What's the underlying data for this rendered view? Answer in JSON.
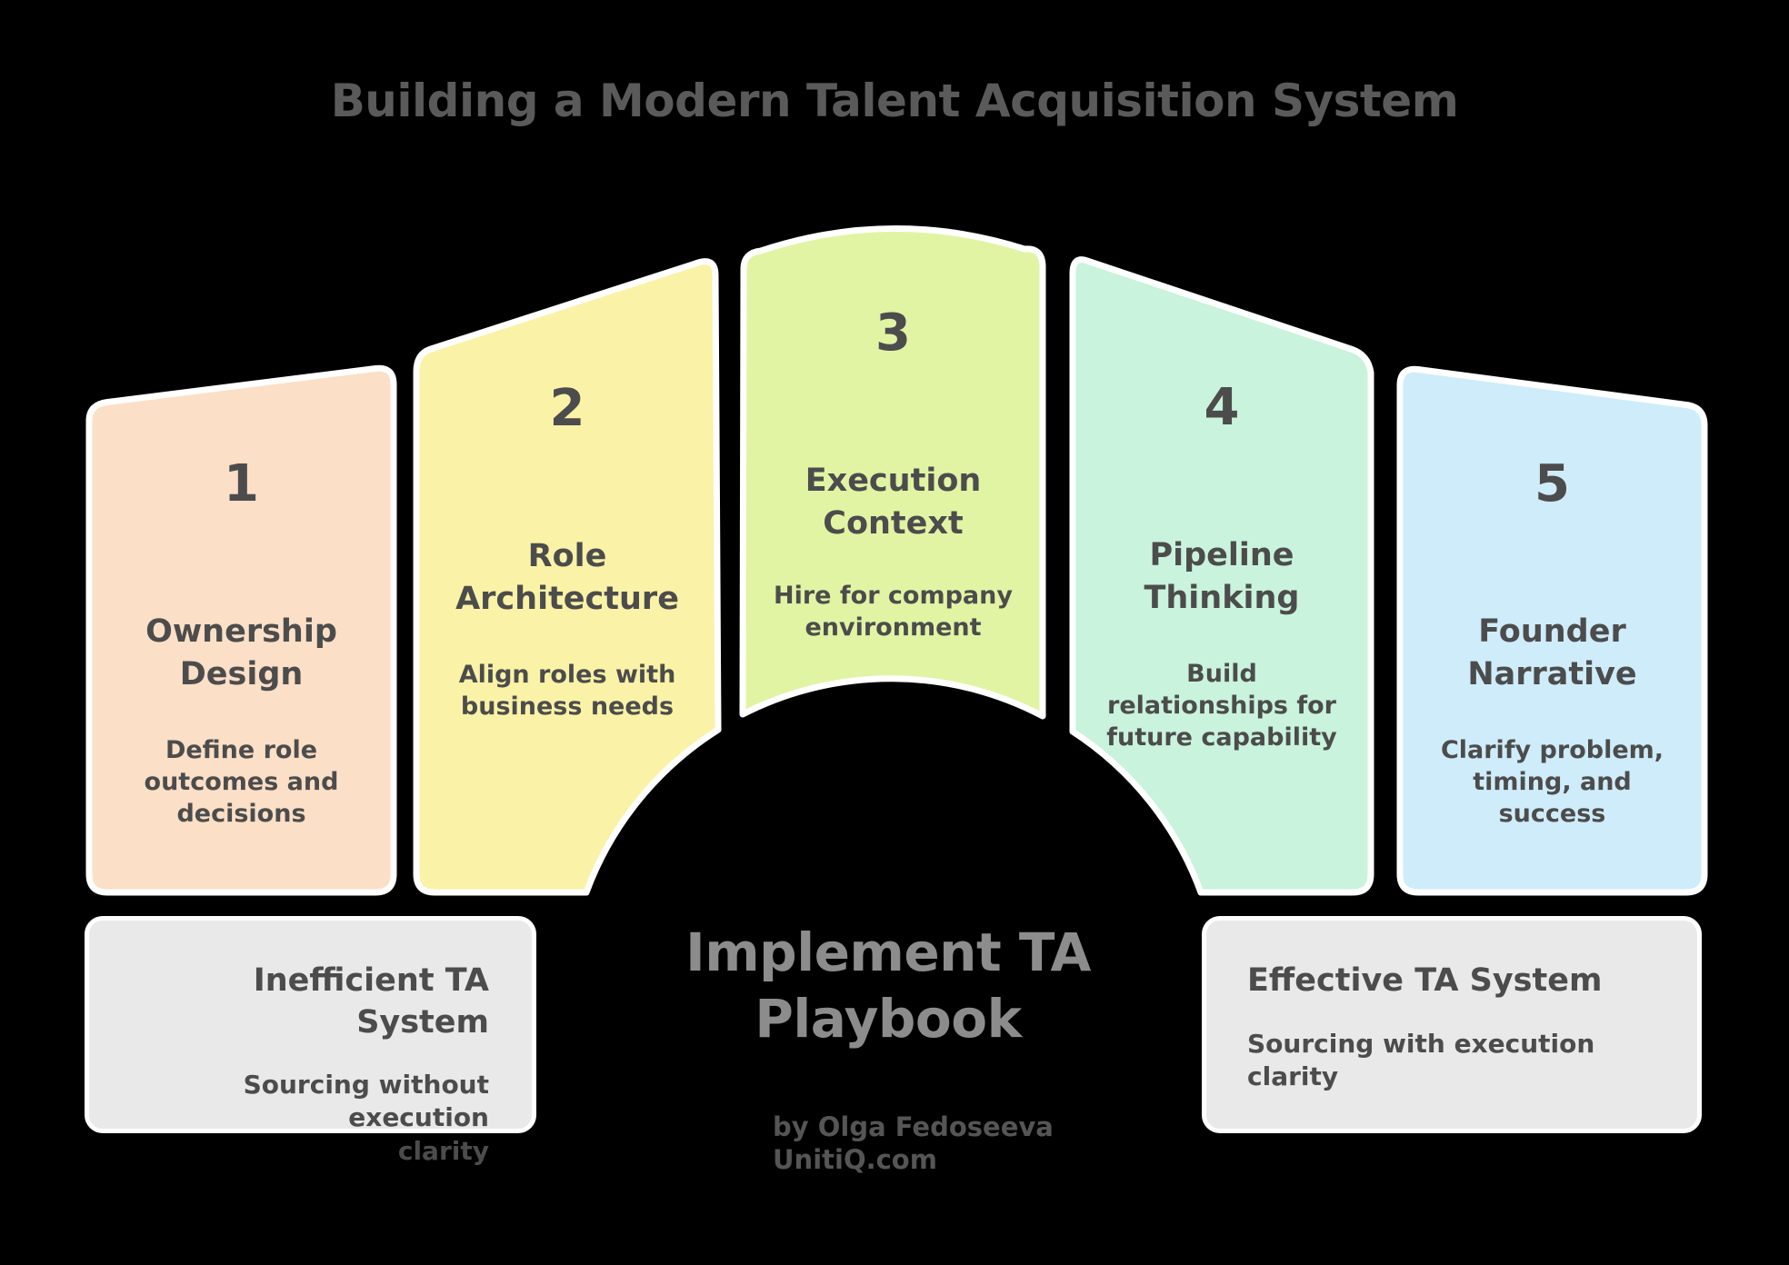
{
  "title": "Building a Modern Talent Acquisition System",
  "colors": {
    "background": "#000000",
    "panel_text": "#4C4C4C",
    "heading_text": "#5A5A5A",
    "center_text": "#8C8C8C",
    "byline_text": "#555555",
    "box_background": "#E9E9E9",
    "panel_border": "#FFFFFF"
  },
  "panels": [
    {
      "number": "1",
      "title": "Ownership\nDesign",
      "description": "Define role\noutcomes and\ndecisions",
      "color": "#FBDFC6"
    },
    {
      "number": "2",
      "title": "Role\nArchitecture",
      "description": "Align roles with\nbusiness needs",
      "color": "#FAF2A6"
    },
    {
      "number": "3",
      "title": "Execution\nContext",
      "description": "Hire for company\nenvironment",
      "color": "#E1F4A4"
    },
    {
      "number": "4",
      "title": "Pipeline\nThinking",
      "description": "Build\nrelationships for\nfuture capability",
      "color": "#C9F3DC"
    },
    {
      "number": "5",
      "title": "Founder\nNarrative",
      "description": "Clarify problem,\ntiming, and\nsuccess",
      "color": "#CFECFA"
    }
  ],
  "left_box": {
    "title": "Inefficient TA System",
    "description": "Sourcing without execution\nclarity"
  },
  "right_box": {
    "title": "Effective TA System",
    "description": "Sourcing with execution\nclarity"
  },
  "center": {
    "label": "Implement TA\nPlaybook"
  },
  "byline": {
    "text": "by Olga Fedoseeva\nUnitiQ.com"
  }
}
